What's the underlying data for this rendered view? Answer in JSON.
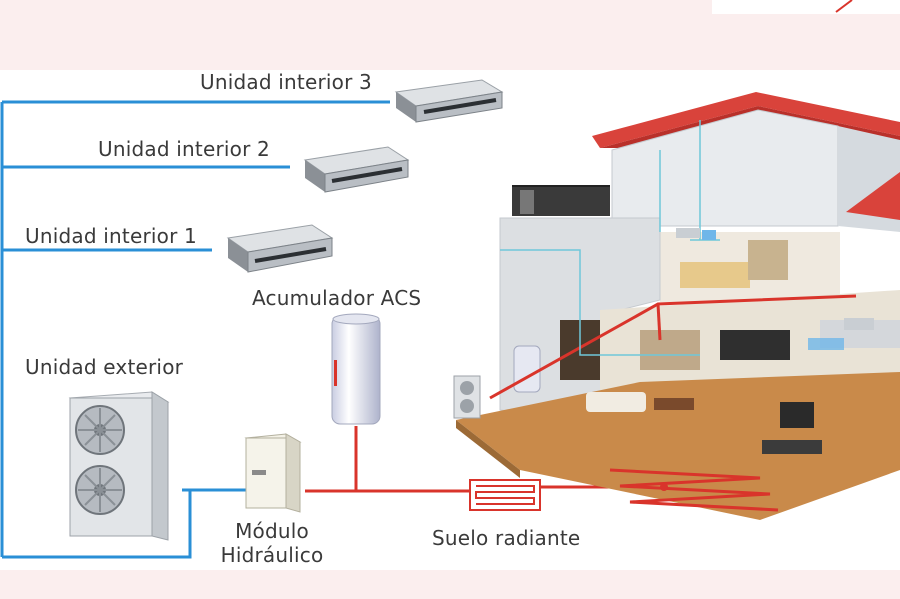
{
  "labels": {
    "indoor_unit_3": "Unidad interior 3",
    "indoor_unit_2": "Unidad interior 2",
    "indoor_unit_1": "Unidad interior 1",
    "dhw_tank": "Acumulador ACS",
    "outdoor_unit": "Unidad exterior",
    "hydraulic_module_line1": "Módulo",
    "hydraulic_module_line2": "Hidráulico",
    "underfloor_heating": "Suelo radiante"
  },
  "colors": {
    "refrigerant_line": "#2a8fd6",
    "water_line": "#d9342b",
    "roof": "#d9433b",
    "floor": "#c98a4a",
    "background": "#fbeeee"
  }
}
